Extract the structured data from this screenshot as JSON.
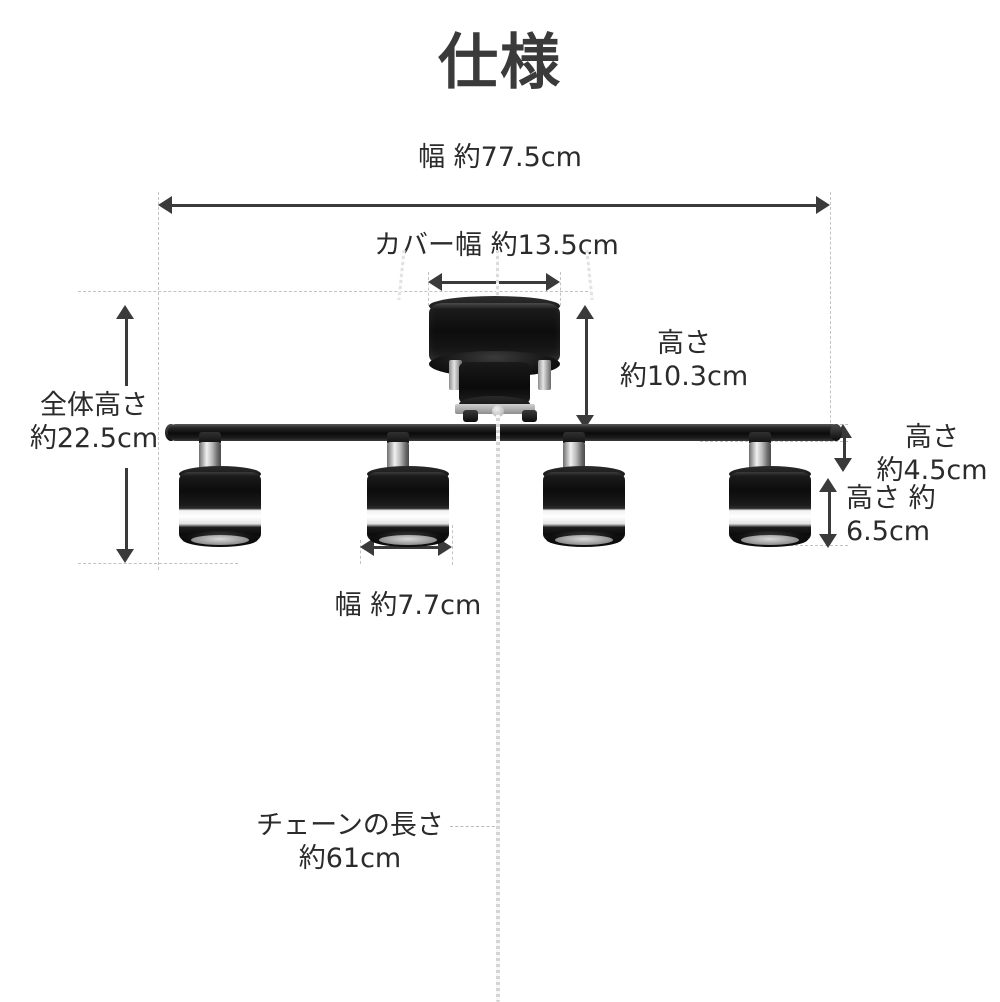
{
  "page": {
    "title": "仕様",
    "background_color": "#ffffff",
    "text_color": "#2b2b2b",
    "line_color": "#3a3a3a",
    "guide_color": "#c2c2c2"
  },
  "dimensions": {
    "total_width": {
      "prefix": "幅 約",
      "value": "77.5",
      "unit": "cm",
      "full": "幅 約77.5cm"
    },
    "cover_width": {
      "prefix": "カバー幅 約",
      "value": "13.5",
      "unit": "cm",
      "full": "カバー幅 約13.5cm"
    },
    "total_height": {
      "line1": "全体高さ",
      "line2": "約22.5cm",
      "value": "22.5",
      "unit": "cm"
    },
    "canopy_height": {
      "line1": "高さ",
      "line2": "約10.3cm",
      "value": "10.3",
      "unit": "cm"
    },
    "bar_height": {
      "line1": "高さ",
      "line2": "約4.5cm",
      "value": "4.5",
      "unit": "cm"
    },
    "shade_height": {
      "line1": "高さ 約",
      "line2": "6.5cm",
      "value": "6.5",
      "unit": "cm"
    },
    "shade_width": {
      "prefix": "幅 約",
      "value": "7.7",
      "unit": "cm",
      "full": "幅 約7.7cm"
    },
    "chain_length": {
      "line1": "チェーンの長さ",
      "line2": "約61cm",
      "value": "61",
      "unit": "cm"
    }
  },
  "product": {
    "type": "4灯シーリングライト",
    "spotlight_count": 4,
    "colors": {
      "body": "#0d0d0d",
      "accent_band": "#ffffff",
      "stem": "#c9c9c9",
      "chain": "#d5d5d5"
    }
  }
}
